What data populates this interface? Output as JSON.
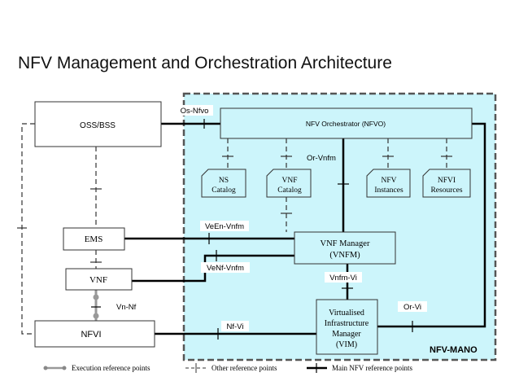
{
  "title": "NFV Management and Orchestration Architecture",
  "colors": {
    "mano_fill": "#ccf5fb",
    "box_fill": "#ccf5fb",
    "line": "#000000"
  },
  "nodes": {
    "oss": "OSS/BSS",
    "nfvo": "NFV Orchestrator (NFVO)",
    "ns_catalog": [
      "NS",
      "Catalog"
    ],
    "vnf_catalog": [
      "VNF",
      "Catalog"
    ],
    "nfv_instances": [
      "NFV",
      "Instances"
    ],
    "nfvi_resources": [
      "NFVI",
      "Resources"
    ],
    "ems": "EMS",
    "vnf": "VNF",
    "vnfm": [
      "VNF Manager",
      "(VNFM)"
    ],
    "vim": [
      "Virtualised",
      "Infrastructure",
      "Manager",
      "(VIM)"
    ],
    "nfvi": "NFVI",
    "mano": "NFV-MANO"
  },
  "ref_points": {
    "os_nfvo": "Os-Nfvo",
    "or_vnfm": "Or-Vnfm",
    "veen_vnfm": "VeEn-Vnfm",
    "venf_vnfm": "VeNf-Vnfm",
    "vnfm_vi": "Vnfm-Vi",
    "or_vi": "Or-Vi",
    "vn_nf": "Vn-Nf",
    "nf_vi": "Nf-Vi"
  },
  "legend": {
    "execution": "Execution reference points",
    "other": "Other reference points",
    "main": "Main NFV reference points"
  }
}
